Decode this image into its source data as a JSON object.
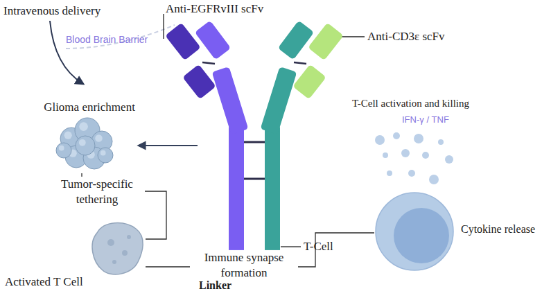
{
  "diagram": {
    "nodes": [
      {
        "text": [
          "Linker"
        ]
      },
      {
        "text": [
          "Glioma enrichment"
        ]
      },
      {
        "text": [
          "Activated T Cell"
        ]
      },
      {
        "text": [
          "Cytokine release"
        ]
      }
    ],
    "edges": [
      {
        "from": 0,
        "to": 1,
        "arrow": "to"
      },
      {
        "from": 1,
        "to": 2,
        "label": "Tumor-specific tethering",
        "arrow": "none"
      },
      {
        "from": 2,
        "to": 3,
        "label": "Immune synapse formation",
        "arrow": "none"
      }
    ],
    "labels": [
      "Intravenous delivery",
      "Blood Brain Barrier",
      "Anti-EGFRvIII scFv",
      "Anti-CD3ε scFv",
      "T-Cell activation and killing",
      "IFN-γ / TNF",
      "T-Cell"
    ]
  }
}
